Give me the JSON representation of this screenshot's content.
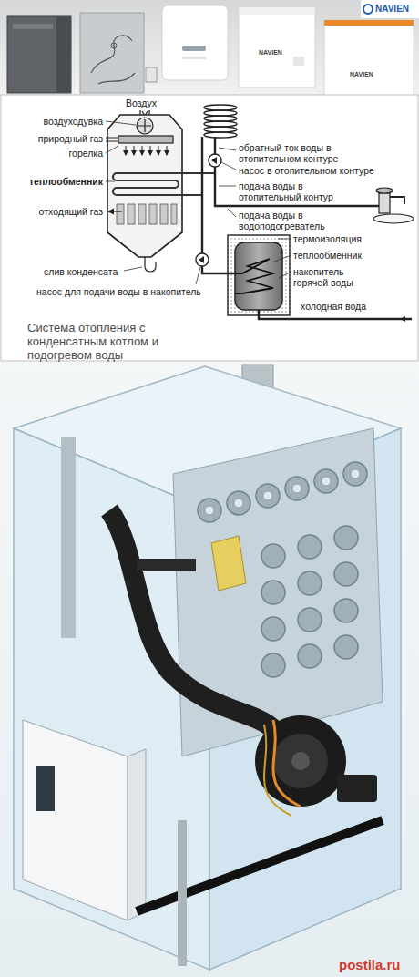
{
  "diagram": {
    "caption": "Система отопления с конденсатным котлом и подогревом воды",
    "labels": [
      "NAVIEN",
      "NAVIEN",
      "NAVIEN",
      "Воздух",
      "воздуходувка",
      "природный газ",
      "горелка",
      "обратный ток воды в отопительном контуре",
      "насос в отопительном контуре",
      "теплообменник",
      "подача воды в отопительный контур",
      "отходящий газ",
      "подача воды в водоподогреватель",
      "термоизоляция",
      "теплообменник",
      "накопитель горячей воды",
      "слив конденсата",
      "насос для подачи воды в накопитель",
      "холодная вода",
      "postila.ru"
    ]
  }
}
